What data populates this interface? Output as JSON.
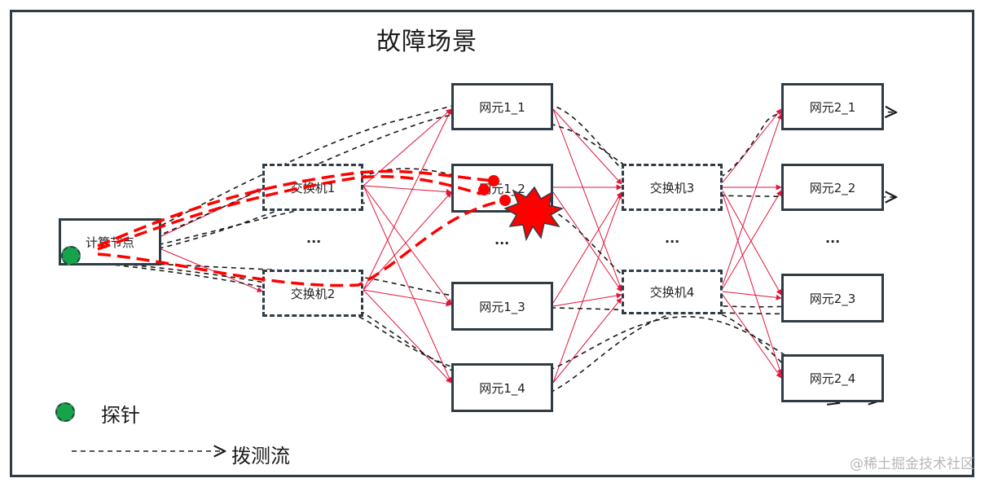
{
  "title": "故障场景",
  "nodes": {
    "compute": "计算节点",
    "sw1": "交换机1",
    "sw2": "交换机2",
    "sw3": "交换机3",
    "sw4": "交换机4",
    "ne1_1": "网元1_1",
    "ne1_2": "网元1_2",
    "ne1_3": "网元1_3",
    "ne1_4": "网元1_4",
    "ne2_1": "网元2_1",
    "ne2_2": "网元2_2",
    "ne2_3": "网元2_3",
    "ne2_4": "网元2_4"
  },
  "ellipsis": "...",
  "legend": {
    "probe": "探针",
    "flow": "拨测流"
  },
  "watermark": "@稀土掘金技术社区",
  "colors": {
    "link": "#e3143c",
    "fault": "#ff0000",
    "probe": "#16a34a",
    "border": "#303c45"
  }
}
